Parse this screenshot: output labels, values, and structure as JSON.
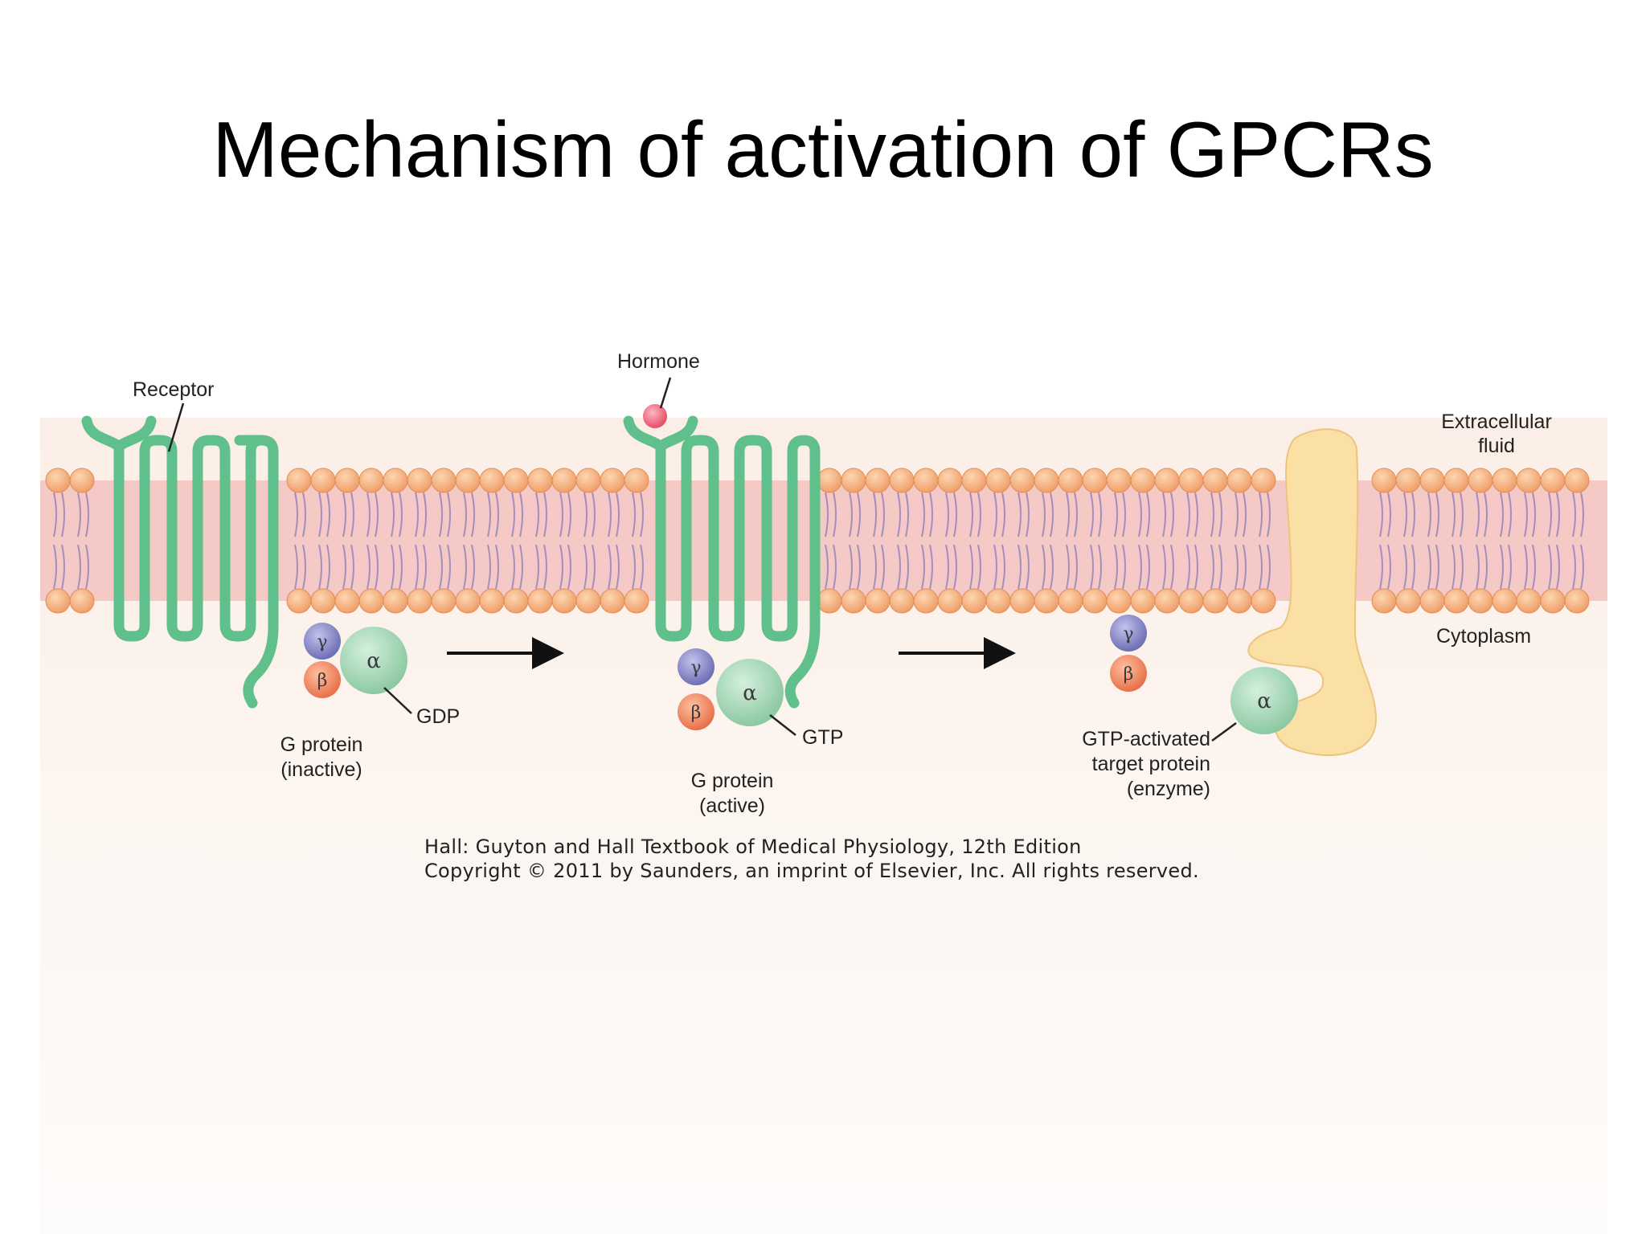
{
  "title": "Mechanism of activation of GPCRs",
  "labels": {
    "receptor": "Receptor",
    "hormone": "Hormone",
    "extracellular_line1": "Extracellular",
    "extracellular_line2": "fluid",
    "cytoplasm": "Cytoplasm",
    "gdp": "GDP",
    "gtp": "GTP",
    "g_inactive_line1": "G protein",
    "g_inactive_line2": "(inactive)",
    "g_active_line1": "G protein",
    "g_active_line2": "(active)",
    "target_line1": "GTP-activated",
    "target_line2": "target protein",
    "target_line3": "(enzyme)"
  },
  "subunits": {
    "alpha": "α",
    "beta": "β",
    "gamma": "γ"
  },
  "citation": {
    "line1": "Hall: Guyton and Hall Textbook of Medical Physiology, 12th Edition",
    "line2": "Copyright © 2011 by Saunders, an imprint of Elsevier, Inc. All rights reserved."
  },
  "colors": {
    "receptor": "#5fc08b",
    "phospholipid_head": "#f5b27e",
    "membrane_core": "#f4c9c6",
    "lipid_tail": "#a58dbe",
    "alpha": "#a9d9b8",
    "beta": "#ef8a62",
    "gamma": "#8c8cc8",
    "hormone": "#ef6f80",
    "enzyme": "#fbe0a6"
  }
}
